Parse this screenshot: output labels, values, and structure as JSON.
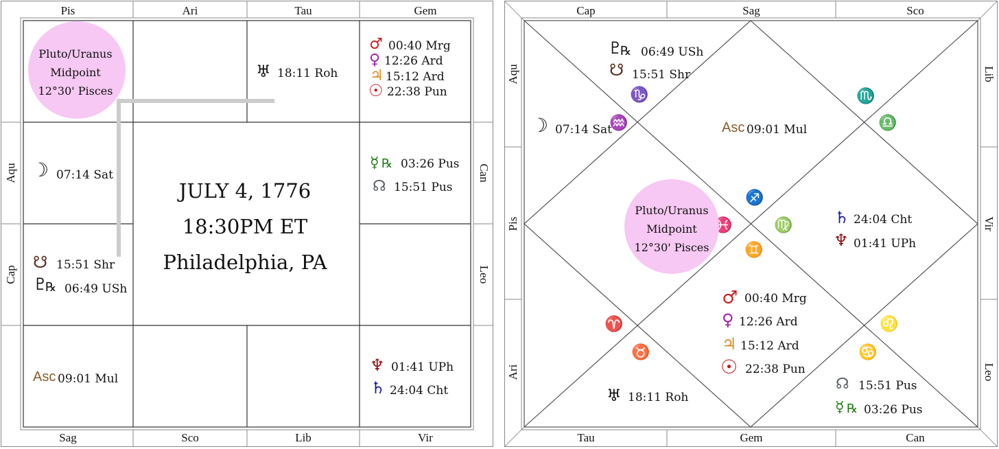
{
  "colors": {
    "mars": "#c8201f",
    "venus": "#a020b0",
    "jupiter": "#e08a20",
    "sun": "#c01818",
    "mercury": "#1e7a12",
    "north_node": "#555a66",
    "south_node": "#5a2a1a",
    "pluto": "#111111",
    "moon": "#111111",
    "asc": "#8b5a2b",
    "uranus": "#111111",
    "neptune": "#8b1010",
    "saturn": "#1616a8",
    "midpoint_circle": "#f6c8f3",
    "connector": "#cccccc"
  },
  "glyphs": {
    "mars": "♂",
    "venus": "♀",
    "jupiter": "♃",
    "sun": "☉",
    "mercury": "☿",
    "north_node": "☊",
    "south_node": "☋",
    "pluto": "♇",
    "moon": "☽",
    "asc": "Asc",
    "uranus": "♅",
    "neptune": "♆",
    "saturn": "♄",
    "retro": "℞"
  },
  "zodiac_glyphs": {
    "capricorn": "♑",
    "aquarius": "♒",
    "scorpio": "♏",
    "libra": "♎",
    "sagittarius": "♐",
    "pisces": "♓",
    "virgo": "♍",
    "gemini": "♊",
    "aries": "♈",
    "taurus": "♉",
    "leo": "♌",
    "cancer": "♋"
  },
  "left_chart": {
    "top_signs": [
      "Pis",
      "Ari",
      "Tau",
      "Gem"
    ],
    "bottom_signs": [
      "Sag",
      "Sco",
      "Lib",
      "Vir"
    ],
    "left_signs": [
      "Aqu",
      "Cap"
    ],
    "right_signs": [
      "Can",
      "Leo"
    ],
    "center": [
      "JULY 4, 1776",
      "18:30PM ET",
      "Philadelphia, PA"
    ],
    "midpoint": [
      "Pluto/Uranus",
      "Midpoint",
      "12°30' Pisces"
    ],
    "placements": {
      "uranus": "18:11 Roh",
      "mars": "00:40 Mrg",
      "venus": "12:26 Ard",
      "jupiter": "15:12 Ard",
      "sun": "22:38 Pun",
      "mercury": "03:26 Pus",
      "north_node": "15:51 Pus",
      "moon": "07:14 Sat",
      "south_node": "15:51 Shr",
      "pluto": "06:49 USh",
      "asc": "09:01 Mul",
      "neptune": "01:41 UPh",
      "saturn": "24:04 Cht"
    }
  },
  "right_chart": {
    "top_signs": [
      "Cap",
      "Sag",
      "Sco"
    ],
    "bottom_signs": [
      "Tau",
      "Gem",
      "Can"
    ],
    "left_signs": [
      "Aqu",
      "Pis",
      "Ari"
    ],
    "right_signs": [
      "Lib",
      "Vir",
      "Leo"
    ],
    "midpoint": [
      "Pluto/Uranus",
      "Midpoint",
      "12°30' Pisces"
    ],
    "placements": {
      "pluto": "06:49 USh",
      "south_node": "15:51 Shr",
      "moon": "07:14 Sat",
      "asc": "09:01 Mul",
      "saturn": "24:04 Cht",
      "neptune": "01:41 UPh",
      "mars": "00:40 Mrg",
      "venus": "12:26 Ard",
      "jupiter": "15:12 Ard",
      "sun": "22:38 Pun",
      "uranus": "18:11 Roh",
      "north_node": "15:51 Pus",
      "mercury": "03:26 Pus"
    }
  }
}
